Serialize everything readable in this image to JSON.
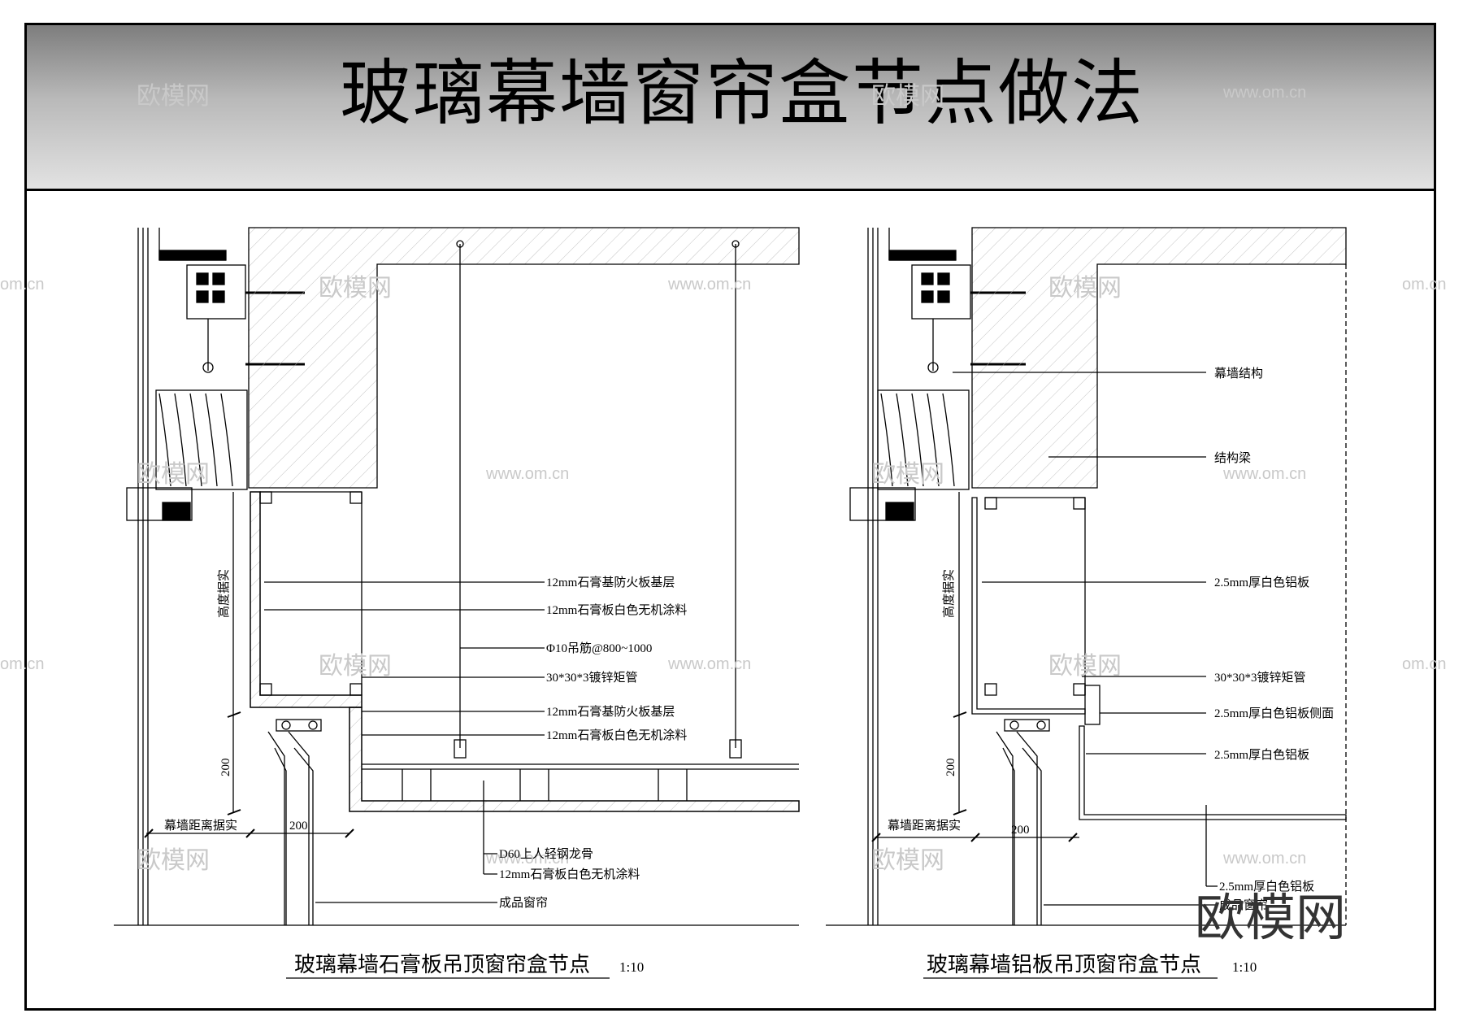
{
  "title": "玻璃幕墙窗帘盒节点做法",
  "watermarks": {
    "brand": "欧模网",
    "url": "www.om.cn",
    "partial_url": "om.cn",
    "logo": "欧模网"
  },
  "left_detail": {
    "caption": "玻璃幕墙石膏板吊顶窗帘盒节点",
    "scale": "1:10",
    "labels": {
      "l1": "12mm石膏基防火板基层",
      "l2": "12mm石膏板白色无机涂料",
      "l3": "Φ10吊筋@800~1000",
      "l4": "30*30*3镀锌矩管",
      "l5": "12mm石膏基防火板基层",
      "l6": "12mm石膏板白色无机涂料",
      "l7": "D60上人轻钢龙骨",
      "l8": "12mm石膏板白色无机涂料",
      "l9": "成品窗帘"
    },
    "dims": {
      "height": "高度据实",
      "d200v": "200",
      "distance": "幕墙距离据实",
      "d200h": "200"
    }
  },
  "right_detail": {
    "caption": "玻璃幕墙铝板吊顶窗帘盒节点",
    "scale": "1:10",
    "labels": {
      "r1": "幕墙结构",
      "r2": "结构梁",
      "r3": "2.5mm厚白色铝板",
      "r4": "30*30*3镀锌矩管",
      "r5": "2.5mm厚白色铝板侧面",
      "r6": "2.5mm厚白色铝板",
      "r7": "2.5mm厚白色铝板",
      "r8": "成品窗帘"
    },
    "dims": {
      "height": "高度据实",
      "d200v": "200",
      "distance": "幕墙距离据实",
      "d200h": "200"
    }
  }
}
